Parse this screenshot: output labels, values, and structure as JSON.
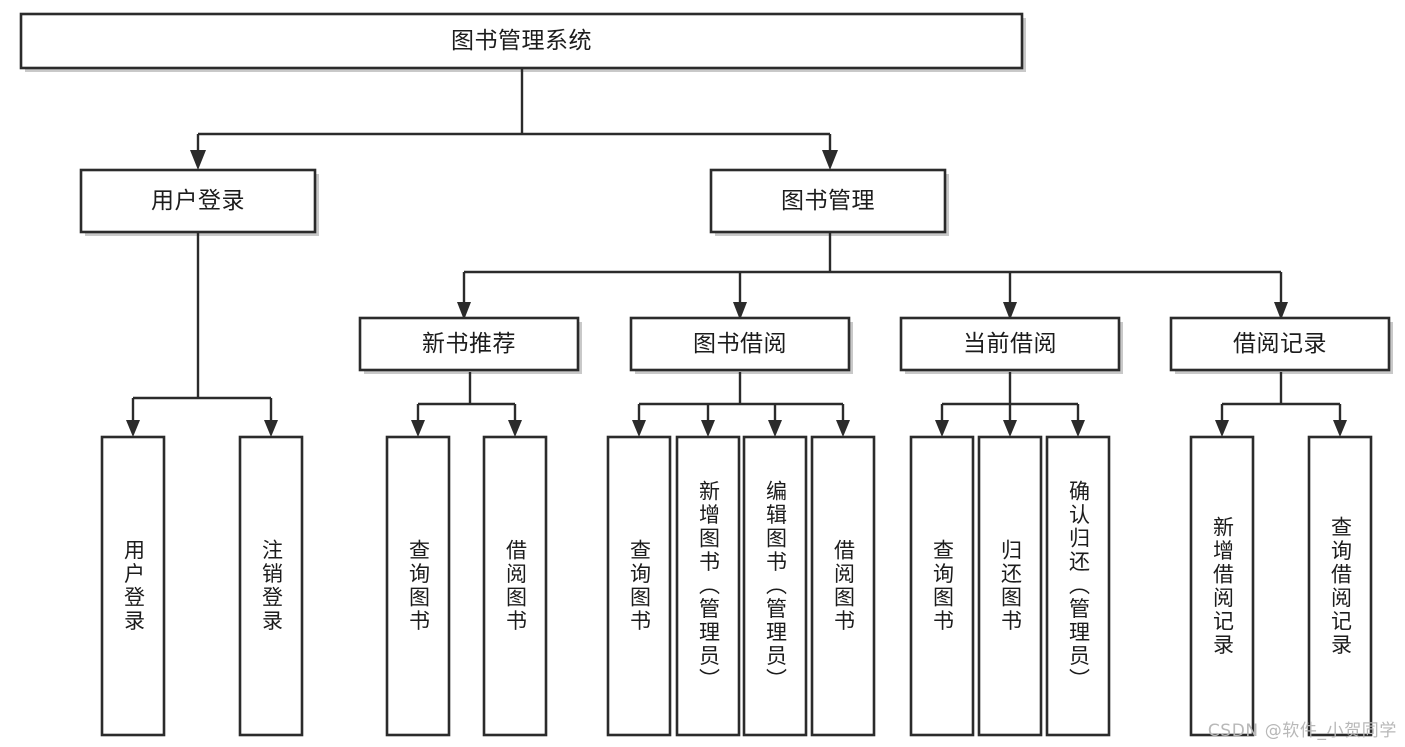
{
  "diagram": {
    "title": "图书管理系统",
    "type": "tree-hierarchy",
    "watermark": "CSDN @软件_小贺同学",
    "colors": {
      "background": "#ffffff",
      "box_fill": "#ffffff",
      "box_stroke": "#2b2b2b",
      "text": "#1c1c1c",
      "shadow": "#c9c9c9",
      "watermark": "#b8b8b8"
    },
    "nodes": {
      "root": {
        "label": "图书管理系统",
        "orientation": "horizontal",
        "level": 0
      },
      "l1": [
        {
          "label": "用户登录",
          "orientation": "horizontal",
          "level": 1
        },
        {
          "label": "图书管理",
          "orientation": "horizontal",
          "level": 1
        }
      ],
      "l2": [
        {
          "label": "新书推荐",
          "orientation": "horizontal",
          "level": 2
        },
        {
          "label": "图书借阅",
          "orientation": "horizontal",
          "level": 2
        },
        {
          "label": "当前借阅",
          "orientation": "horizontal",
          "level": 2
        },
        {
          "label": "借阅记录",
          "orientation": "horizontal",
          "level": 2
        }
      ],
      "leaves": [
        {
          "label": "用户登录",
          "orientation": "vertical",
          "parent": "用户登录"
        },
        {
          "label": "注销登录",
          "orientation": "vertical",
          "parent": "用户登录"
        },
        {
          "label": "查询图书",
          "orientation": "vertical",
          "parent": "新书推荐"
        },
        {
          "label": "借阅图书",
          "orientation": "vertical",
          "parent": "新书推荐"
        },
        {
          "label": "查询图书",
          "orientation": "vertical",
          "parent": "图书借阅"
        },
        {
          "label": "新增图书（管理员）",
          "orientation": "vertical",
          "parent": "图书借阅"
        },
        {
          "label": "编辑图书（管理员）",
          "orientation": "vertical",
          "parent": "图书借阅"
        },
        {
          "label": "借阅图书",
          "orientation": "vertical",
          "parent": "图书借阅"
        },
        {
          "label": "查询图书",
          "orientation": "vertical",
          "parent": "当前借阅"
        },
        {
          "label": "归还图书",
          "orientation": "vertical",
          "parent": "当前借阅"
        },
        {
          "label": "确认归还（管理员）",
          "orientation": "vertical",
          "parent": "当前借阅"
        },
        {
          "label": "新增借阅记录",
          "orientation": "vertical",
          "parent": "借阅记录"
        },
        {
          "label": "查询借阅记录",
          "orientation": "vertical",
          "parent": "借阅记录"
        }
      ]
    }
  }
}
